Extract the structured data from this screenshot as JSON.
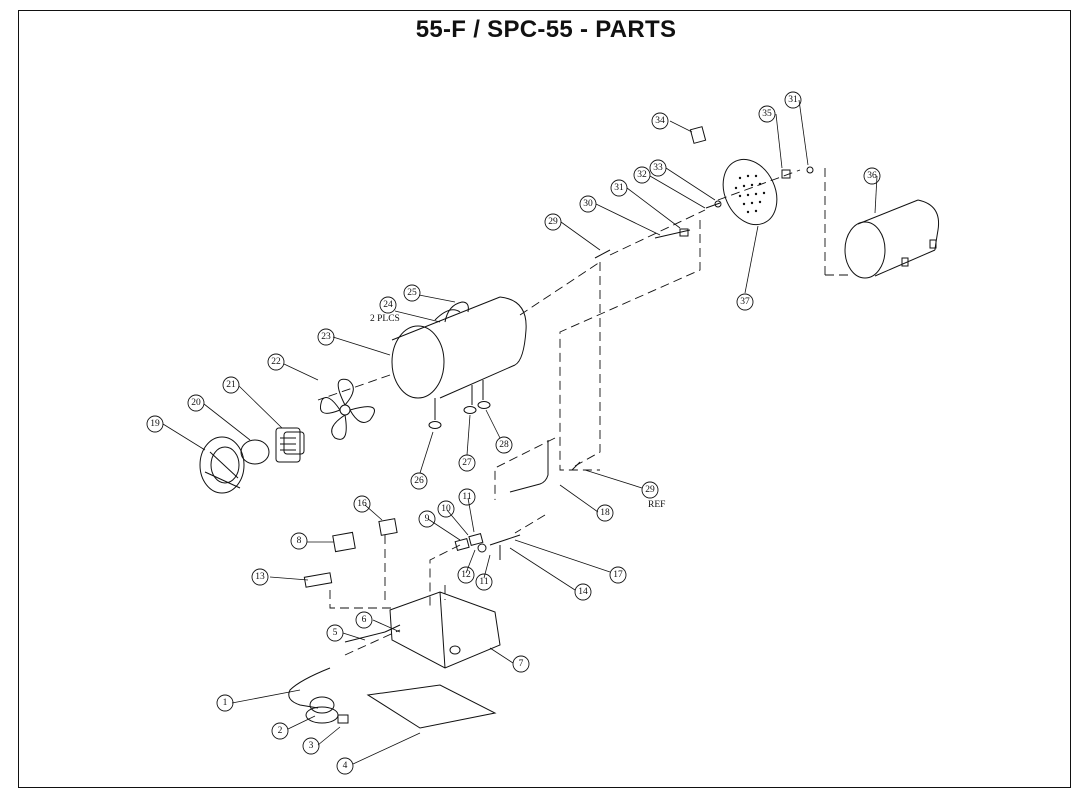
{
  "title": "55-F / SPC-55 - PARTS",
  "notes": {
    "plcs": "2 PLCS",
    "ref": "REF"
  },
  "callouts": [
    "1",
    "2",
    "3",
    "4",
    "5",
    "6",
    "7",
    "8",
    "9",
    "10",
    "11",
    "11",
    "12",
    "13",
    "14",
    "16",
    "17",
    "18",
    "19",
    "20",
    "21",
    "22",
    "23",
    "24",
    "25",
    "26",
    "27",
    "28",
    "29",
    "29",
    "30",
    "31",
    "31",
    "32",
    "33",
    "34",
    "35",
    "36",
    "37"
  ]
}
